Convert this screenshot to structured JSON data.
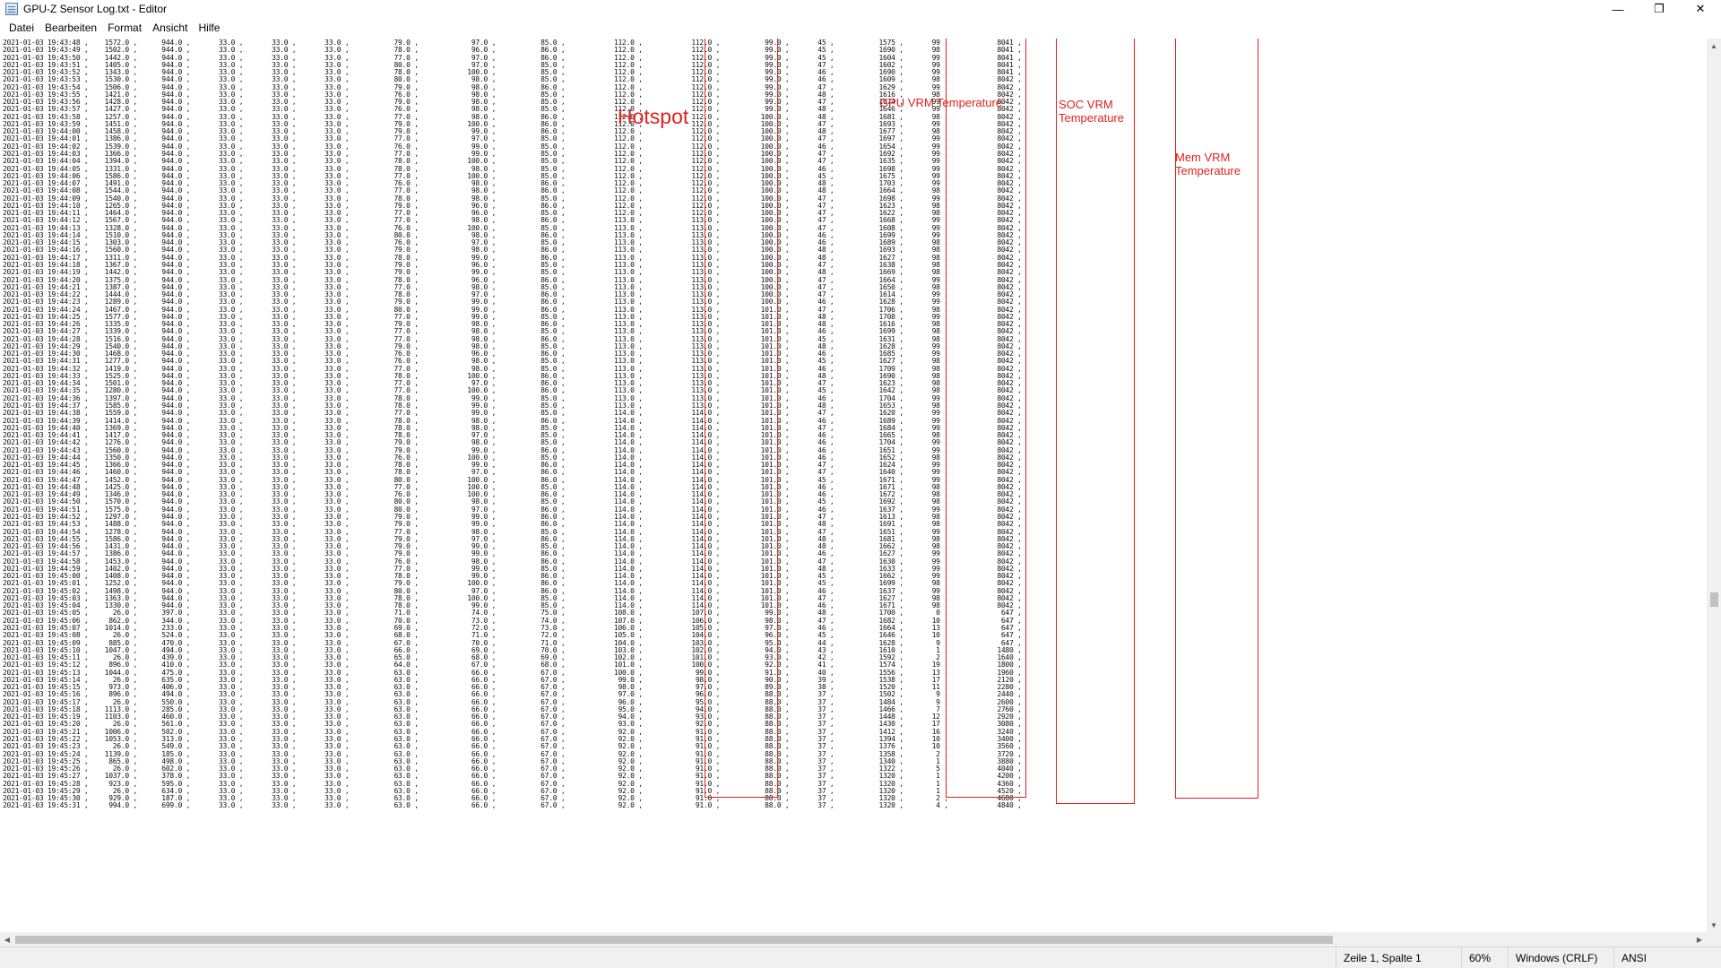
{
  "window": {
    "title": "GPU-Z Sensor Log.txt - Editor",
    "minimize_glyph": "—",
    "maximize_glyph": "❐",
    "close_glyph": "✕"
  },
  "menu": [
    "Datei",
    "Bearbeiten",
    "Format",
    "Ansicht",
    "Hilfe"
  ],
  "log": {
    "start_time": "2021-01-03 19:43:48",
    "time_prefix": "2021-01-03 ",
    "col3": "944.0",
    "col4": "33.0",
    "col5": "33.0",
    "col6": "33.0",
    "col13_idle": "8041",
    "col13_load": "8042",
    "col13_low": "647",
    "first_row": [
      "1572.0",
      "944.0",
      "33.0",
      "33.0",
      "33.0",
      "79.0",
      "97.0",
      "85.0",
      "112.0",
      "112.0",
      "99.0",
      "45",
      "1575",
      "99",
      "8041"
    ]
  },
  "annotations": [
    {
      "key": "hotspot",
      "label": "Hotspot",
      "color": "#e0211d"
    },
    {
      "key": "gpu_vrm",
      "label": "GPU VRM Temperature",
      "color": "#e0211d"
    },
    {
      "key": "soc_vrm",
      "label": "SOC VRM\nTemperature",
      "color": "#e0211d"
    },
    {
      "key": "mem_vrm",
      "label": "Mem VRM\nTemperature",
      "color": "#e0211d"
    }
  ],
  "status": {
    "position": "Zeile 1, Spalte 1",
    "zoom": "60%",
    "line_ending": "Windows (CRLF)",
    "encoding": "ANSI"
  },
  "icons": {
    "app": "notepad-icon",
    "vscroll_up": "▲",
    "vscroll_down": "▼",
    "hscroll_left": "◀",
    "hscroll_right": "▶"
  }
}
